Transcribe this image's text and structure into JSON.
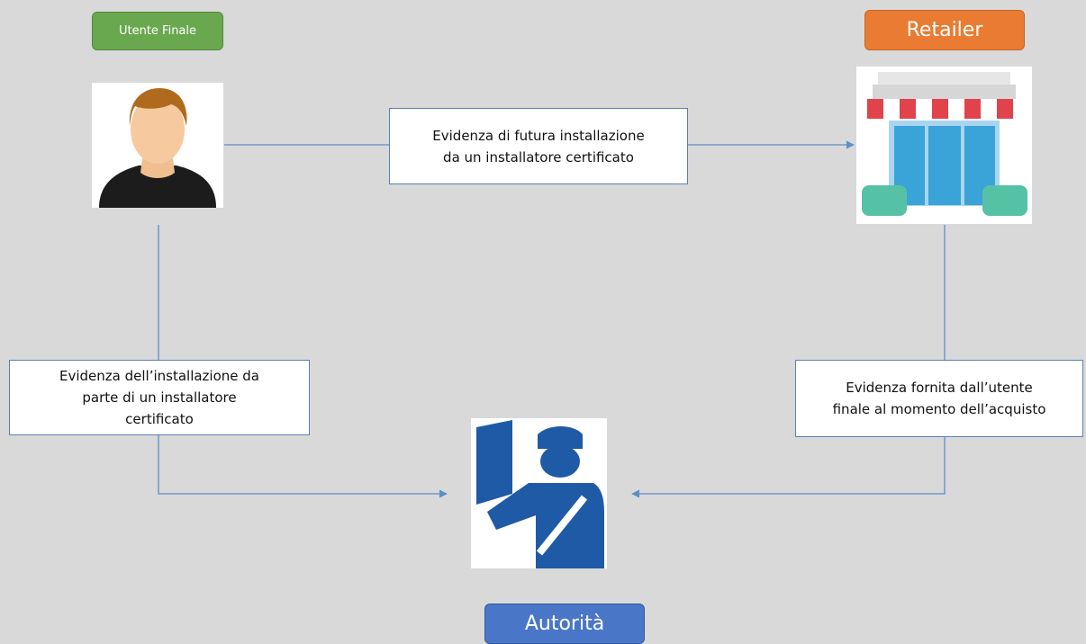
{
  "actors": {
    "user": {
      "label": "Utente Finale",
      "color": "#6aa84f",
      "icon": "person-icon"
    },
    "retailer": {
      "label": "Retailer",
      "color": "#e97c32",
      "icon": "store-icon"
    },
    "authority": {
      "label": "Autorità",
      "color": "#4a76c8",
      "icon": "officer-icon"
    }
  },
  "edges": {
    "user_to_retailer": "Evidenza di futura installazione\nda un installatore certificato",
    "user_to_authority": "Evidenza dell’installazione da\nparte di un installatore\ncertificato",
    "retailer_to_authority": "Evidenza fornita dall’utente\nfinale al momento dell’acquisto"
  },
  "colors": {
    "background": "#d9d9d9",
    "connector": "#5b8fc9"
  }
}
